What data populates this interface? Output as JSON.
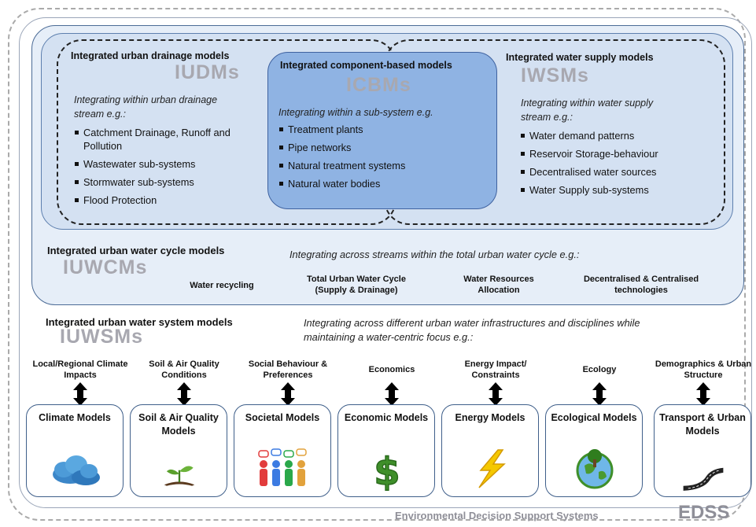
{
  "iudm": {
    "title": "Integrated urban drainage models",
    "acronym": "IUDMs",
    "desc": "Integrating within urban drainage stream e.g.:",
    "items": [
      "Catchment Drainage, Runoff and Pollution",
      "Wastewater sub-systems",
      "Stormwater sub-systems",
      "Flood Protection"
    ]
  },
  "icbm": {
    "title": "Integrated component-based models",
    "acronym": "ICBMs",
    "desc": "Integrating within a sub-system e.g.",
    "items": [
      "Treatment plants",
      "Pipe networks",
      "Natural treatment systems",
      "Natural water bodies"
    ]
  },
  "iwsm": {
    "title": "Integrated water supply models",
    "acronym": "IWSMs",
    "desc": "Integrating within water supply stream e.g.:",
    "items": [
      "Water demand patterns",
      "Reservoir Storage-behaviour",
      "Decentralised water sources",
      "Water Supply sub-systems"
    ]
  },
  "iuwcm": {
    "title": "Integrated urban water cycle models",
    "acronym": "IUWCMs",
    "desc": "Integrating across streams within the total urban water cycle e.g.:",
    "items": [
      "Water recycling",
      "Total Urban Water Cycle (Supply & Drainage)",
      "Water Resources Allocation",
      "Decentralised & Centralised technologies"
    ]
  },
  "iuwsm": {
    "title": "Integrated urban water system models",
    "acronym": "IUWSMs",
    "desc": "Integrating across different urban water infrastructures and disciplines while maintaining a water-centric focus e.g.:"
  },
  "impacts": [
    "Local/Regional Climate Impacts",
    "Soil & Air Quality Conditions",
    "Social Behaviour & Preferences",
    "Economics",
    "Energy Impact/ Constraints",
    "Ecology",
    "Demographics & Urban Structure"
  ],
  "models": [
    {
      "label": "Climate Models",
      "icon": "cloud-icon"
    },
    {
      "label": "Soil & Air Quality Models",
      "icon": "seedling-icon"
    },
    {
      "label": "Societal Models",
      "icon": "people-icon"
    },
    {
      "label": "Economic Models",
      "icon": "dollar-icon"
    },
    {
      "label": "Energy Models",
      "icon": "lightning-icon"
    },
    {
      "label": "Ecological Models",
      "icon": "globe-tree-icon"
    },
    {
      "label": "Transport & Urban Models",
      "icon": "road-icon"
    }
  ],
  "edss": {
    "label": "Environmental Decision Support Systems",
    "acronym": "EDSS"
  },
  "colors": {
    "acronym": "#a8a8b0",
    "icbm_fill": "#8fb3e3",
    "iuwcm_fill": "#e6eef8",
    "inner_fill": "#d4e1f2",
    "border_blue": "#3f5f8a"
  }
}
